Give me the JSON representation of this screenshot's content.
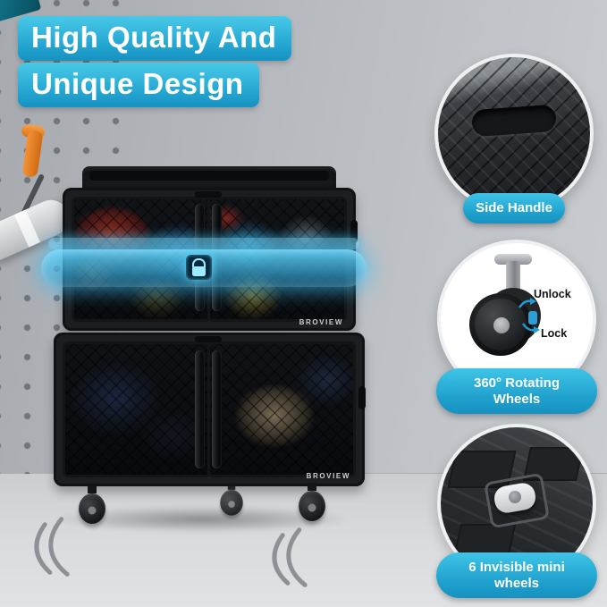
{
  "title": {
    "line1": "High Quality And",
    "line2": "Unique Design"
  },
  "brand": {
    "name": "BROVIEW"
  },
  "callouts": {
    "side_handle": {
      "label": "Side Handle"
    },
    "rotating_wheels": {
      "label": "360° Rotating Wheels",
      "unlock_label": "Unlock",
      "lock_label": "Lock"
    },
    "mini_wheels": {
      "label": "6 Invisible mini wheels"
    }
  },
  "icons": {
    "lock": "closed-padlock",
    "motion_arcs": "movement-swoosh"
  },
  "colors": {
    "accent": "#2ab5df",
    "accent_dark": "#1791c1",
    "glow_blue": "#35c1f1",
    "cabinet_black": "#1b1e21"
  }
}
